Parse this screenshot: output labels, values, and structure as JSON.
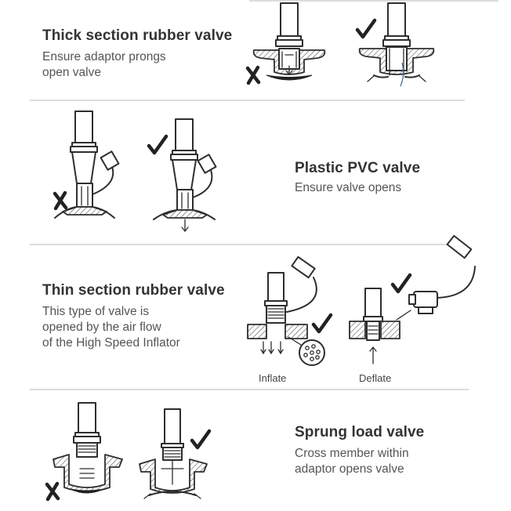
{
  "sections": [
    {
      "title": "Thick section rubber valve",
      "lines": [
        "Ensure adaptor prongs",
        "open valve"
      ]
    },
    {
      "title": "Plastic PVC valve",
      "lines": [
        "Ensure valve opens"
      ]
    },
    {
      "title": "Thin section rubber valve",
      "lines": [
        "This type of valve is",
        "opened by the air flow",
        "of the High Speed Inflator"
      ]
    },
    {
      "title": "Sprung load valve",
      "lines": [
        "Cross member within",
        "adaptor opens valve"
      ]
    }
  ],
  "captions": {
    "inflate": "Inflate",
    "deflate": "Deflate"
  },
  "marks": {
    "correct": "check-mark-icon",
    "incorrect": "cross-mark-icon"
  },
  "colors": {
    "divider": "#dcdcdc",
    "text": "#333333",
    "airflow": "#4a6fa0"
  }
}
